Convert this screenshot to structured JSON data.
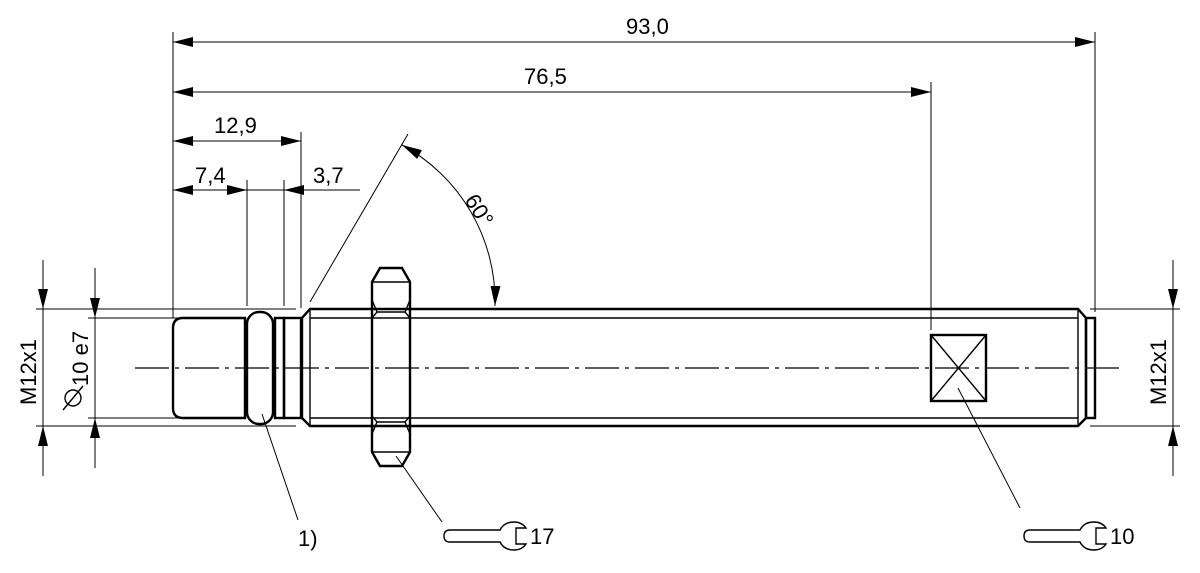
{
  "dimensions": {
    "total_length": "93,0",
    "thread_length": "76,5",
    "head_length": "12,9",
    "front_length": "7,4",
    "groove_length": "3,7",
    "angle": "60°",
    "thread_left": "M12x1",
    "diameter": "10 e7",
    "thread_right": "M12x1"
  },
  "callouts": {
    "note_ref": "1)",
    "wrench_nut": "17",
    "wrench_flat": "10"
  },
  "icons": {
    "diameter_symbol": "diameter-icon",
    "wrench": "wrench-icon"
  }
}
